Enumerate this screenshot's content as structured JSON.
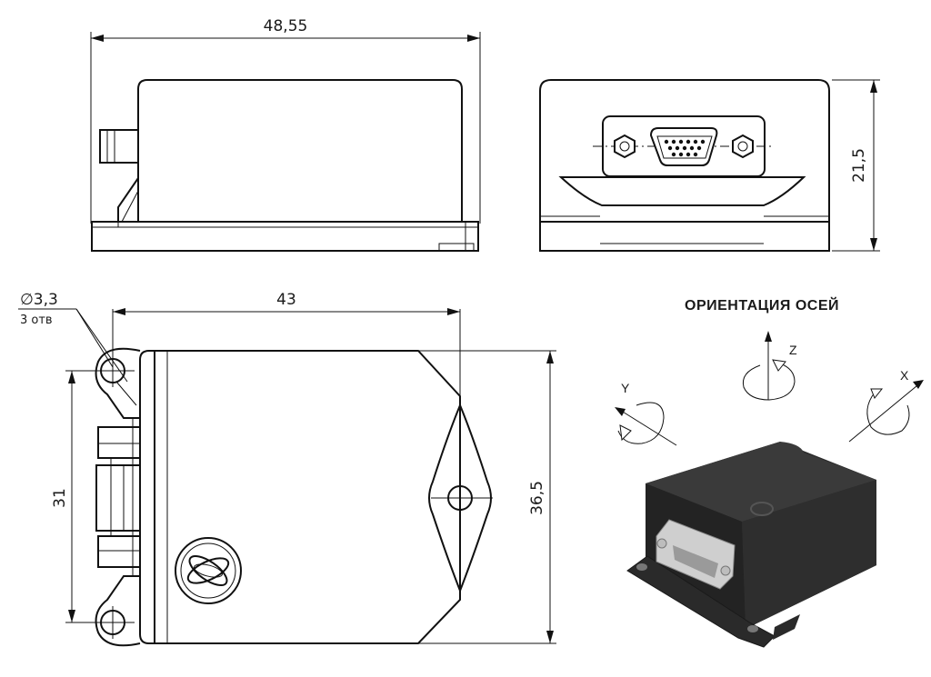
{
  "dimensions": {
    "length": "48,55",
    "height": "21,5",
    "hole_diameter": "∅3,3",
    "hole_count": "3  отв",
    "hole_spacing_horizontal": "43",
    "hole_spacing_vertical": "31",
    "width": "36,5"
  },
  "axes_panel": {
    "title": "ОРИЕНТАЦИЯ ОСЕЙ",
    "axis_z": "Z",
    "axis_y": "Y",
    "axis_x": "X"
  },
  "colors": {
    "line": "#111111",
    "device_body": "#2b2b2b",
    "device_top": "#3a3a3a",
    "connector": "#cfcfcf"
  }
}
